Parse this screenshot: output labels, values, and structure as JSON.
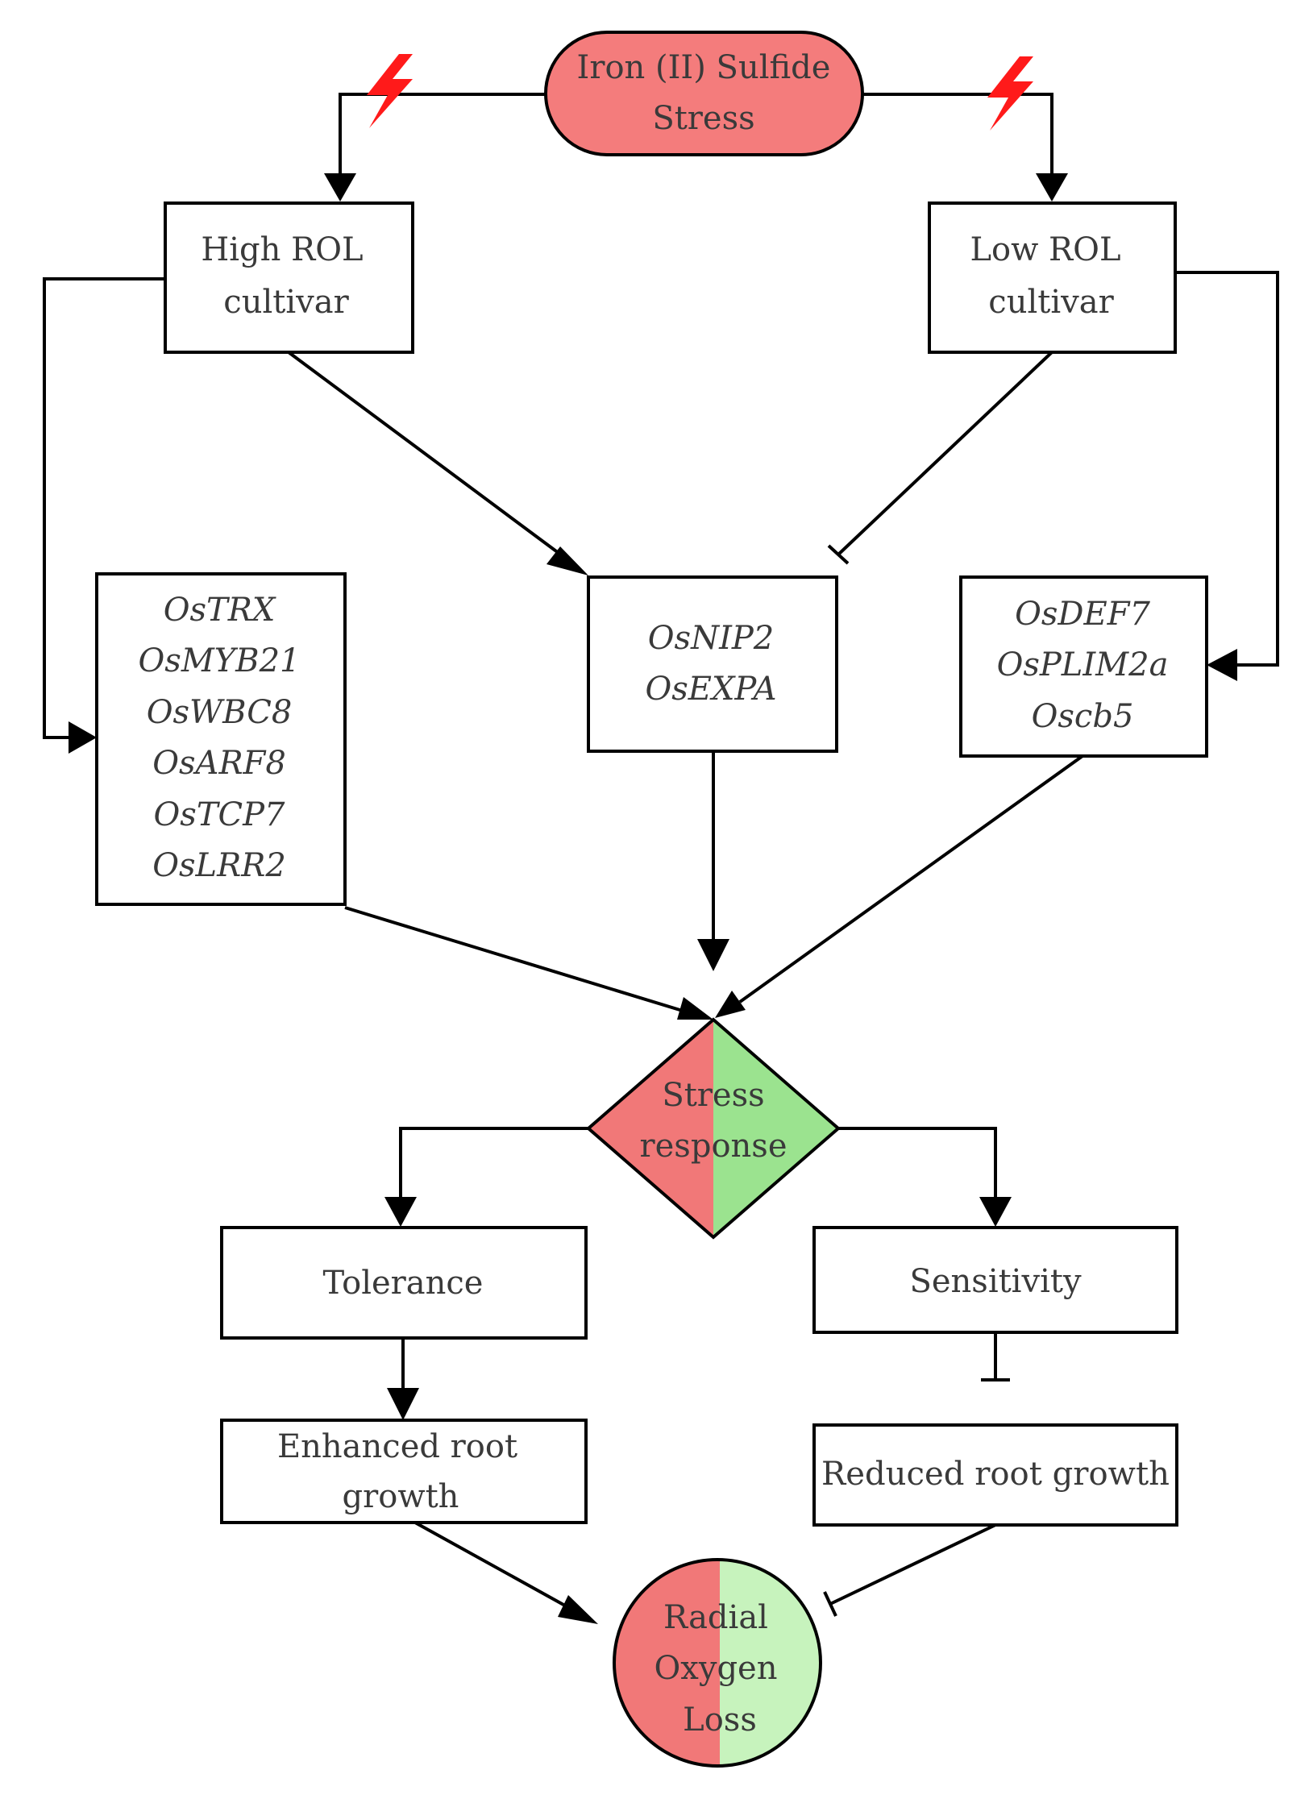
{
  "colors": {
    "stress_fill": "#f47c7c",
    "red_half": "#f17878",
    "green_half": "#9be38f",
    "green_light": "#c7f3bd",
    "bolt": "#ff1a1a"
  },
  "icons": [
    "lightning-bolt-icon",
    "arrow-head",
    "inhibition-bar"
  ],
  "nodes": {
    "stress": {
      "line1": "Iron (II) Sulfide",
      "line2": "Stress"
    },
    "high_rol": {
      "line1": "High ROL",
      "line2": "cultivar"
    },
    "low_rol": {
      "line1": "Low ROL",
      "line2": "cultivar"
    },
    "genes_left": [
      "OsTRX",
      "OsMYB21",
      "OsWBC8",
      "OsARF8",
      "OsTCP7",
      "OsLRR2"
    ],
    "genes_middle": [
      "OsNIP2",
      "OsEXPA"
    ],
    "genes_right": [
      "OsDEF7",
      "OsPLIM2a",
      "Oscb5"
    ],
    "stress_response": {
      "line1": "Stress",
      "line2": "response"
    },
    "tolerance": "Tolerance",
    "sensitivity": "Sensitivity",
    "enhanced": {
      "line1": "Enhanced root",
      "line2": "growth"
    },
    "reduced": "Reduced root growth",
    "rol": {
      "line1": "Radial",
      "line2": "Oxygen",
      "line3": "Loss"
    }
  }
}
